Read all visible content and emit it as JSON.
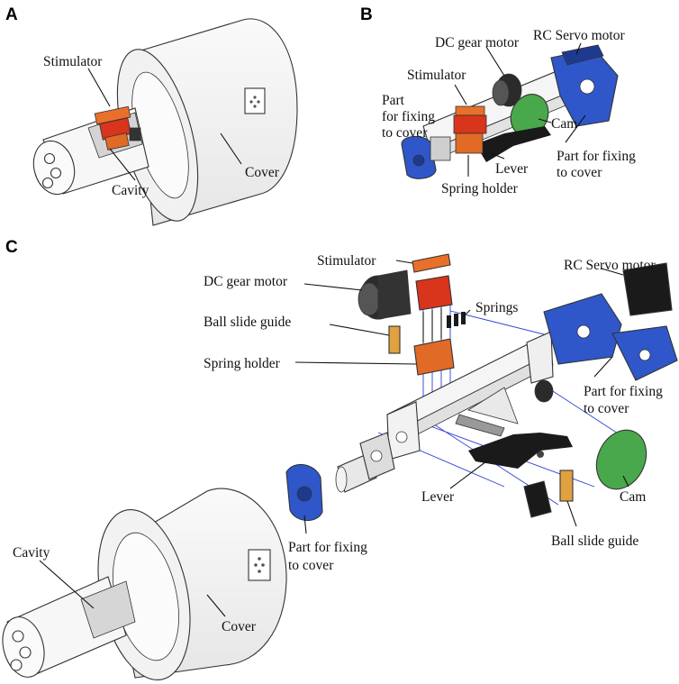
{
  "panels": {
    "a": {
      "letter": "A",
      "labels": {
        "stimulator": "Stimulator",
        "cavity": "Cavity",
        "cover": "Cover"
      }
    },
    "b": {
      "letter": "B",
      "labels": {
        "dc_gear_motor": "DC gear motor",
        "rc_servo_motor": "RC Servo motor",
        "stimulator": "Stimulator",
        "part_fixing_left_1": "Part",
        "part_fixing_left_2": "for fixing",
        "part_fixing_left_3": "to cover",
        "cam": "Cam",
        "part_fixing_right_1": "Part for fixing",
        "part_fixing_right_2": "to cover",
        "lever": "Lever",
        "spring_holder": "Spring holder"
      }
    },
    "c": {
      "letter": "C",
      "labels": {
        "stimulator": "Stimulator",
        "rc_servo_motor": "RC Servo motor",
        "dc_gear_motor": "DC gear motor",
        "springs": "Springs",
        "ball_slide_guide_top": "Ball slide guide",
        "spring_holder": "Spring holder",
        "part_fixing_right_1": "Part for fixing",
        "part_fixing_right_2": "to cover",
        "lever": "Lever",
        "cam": "Cam",
        "ball_slide_guide_bottom": "Ball slide guide",
        "cavity": "Cavity",
        "part_fixing_left_1": "Part for fixing",
        "part_fixing_left_2": "to cover",
        "cover": "Cover"
      }
    }
  },
  "colors": {
    "stimulator": "#e8702a",
    "stimulator_red": "#d9341c",
    "spring_holder": "#e06a26",
    "servo_blue": "#2f57c9",
    "cam_green": "#4aa84c",
    "guide": "#e0a140",
    "lever": "#1a1a1a",
    "motor": "#2b2b2b",
    "cover_fill": "#f4f4f4",
    "beam": "#2a3fd6"
  }
}
